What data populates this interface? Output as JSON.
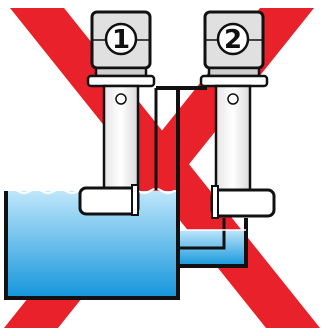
{
  "colors": {
    "x_mark": "#e8212b",
    "water_light": "#bfe6fa",
    "water_dark": "#1496dc",
    "outline": "#111111",
    "probe_body": "#f4f4f4",
    "probe_head": "#d8d8d8"
  },
  "icons": {
    "incorrect": "x-mark-icon",
    "sensor": "level-probe-icon"
  },
  "probes": [
    {
      "id": "1",
      "label": "1"
    },
    {
      "id": "2",
      "label": "2"
    }
  ]
}
